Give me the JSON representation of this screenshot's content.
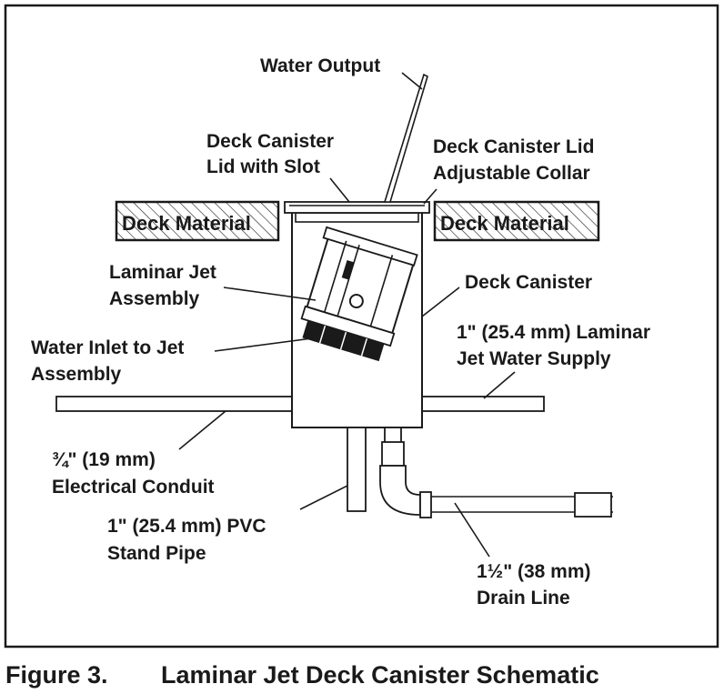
{
  "labels": {
    "water_output": "Water Output",
    "lid_with_slot": [
      "Deck Canister",
      "Lid with Slot"
    ],
    "adjustable_collar": [
      "Deck Canister Lid",
      "Adjustable Collar"
    ],
    "deck_material_left": "Deck Material",
    "deck_material_right": "Deck Material",
    "laminar_jet_assembly": [
      "Laminar Jet",
      "Assembly"
    ],
    "deck_canister": "Deck Canister",
    "water_supply": [
      "1\" (25.4 mm) Laminar",
      "Jet Water Supply"
    ],
    "water_inlet": [
      "Water Inlet to Jet",
      "Assembly"
    ],
    "electrical_conduit": [
      "¾\" (19 mm)",
      "Electrical Conduit"
    ],
    "stand_pipe": [
      "1\" (25.4 mm) PVC",
      "Stand Pipe"
    ],
    "drain_line": [
      "1½\" (38 mm)",
      "Drain Line"
    ]
  },
  "caption": {
    "number": "Figure 3.",
    "title": "Laminar Jet Deck Canister Schematic"
  },
  "colors": {
    "line": "#1a1a1a",
    "fill": "#ffffff"
  }
}
